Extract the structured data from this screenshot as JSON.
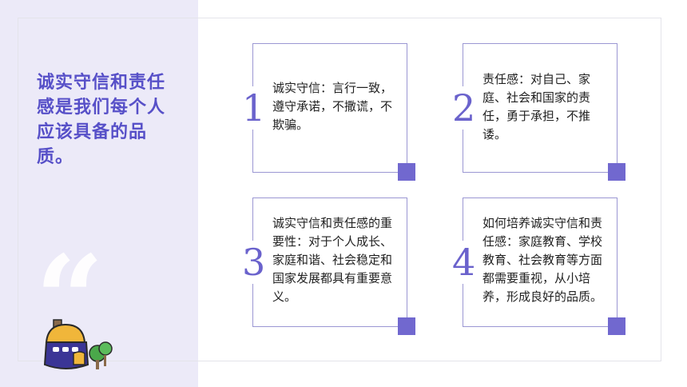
{
  "headline": "诚实守信和责任感是我们每个人应该具备的品质。",
  "quote_mark": "“",
  "cards": [
    {
      "number": "1",
      "text": "诚实守信：言行一致，遵守承诺，不撒谎，不欺骗。"
    },
    {
      "number": "2",
      "text": "责任感：对自己、家庭、社会和国家的责任，勇于承担，不推诿。"
    },
    {
      "number": "3",
      "text": "诚实守信和责任感的重要性：对于个人成长、家庭和谐、社会稳定和国家发展都具有重要意义。"
    },
    {
      "number": "4",
      "text": "如何培养诚实守信和责任感：家庭教育、学校教育、社会教育等方面都需要重视，从小培养，形成良好的品质。"
    }
  ],
  "colors": {
    "accent": "#6a62cc",
    "panel": "#eceaf8",
    "headline": "#5750c8",
    "corner": "#7168cf"
  },
  "icons": [
    "quote-mark-icon",
    "house-illustration-icon"
  ]
}
